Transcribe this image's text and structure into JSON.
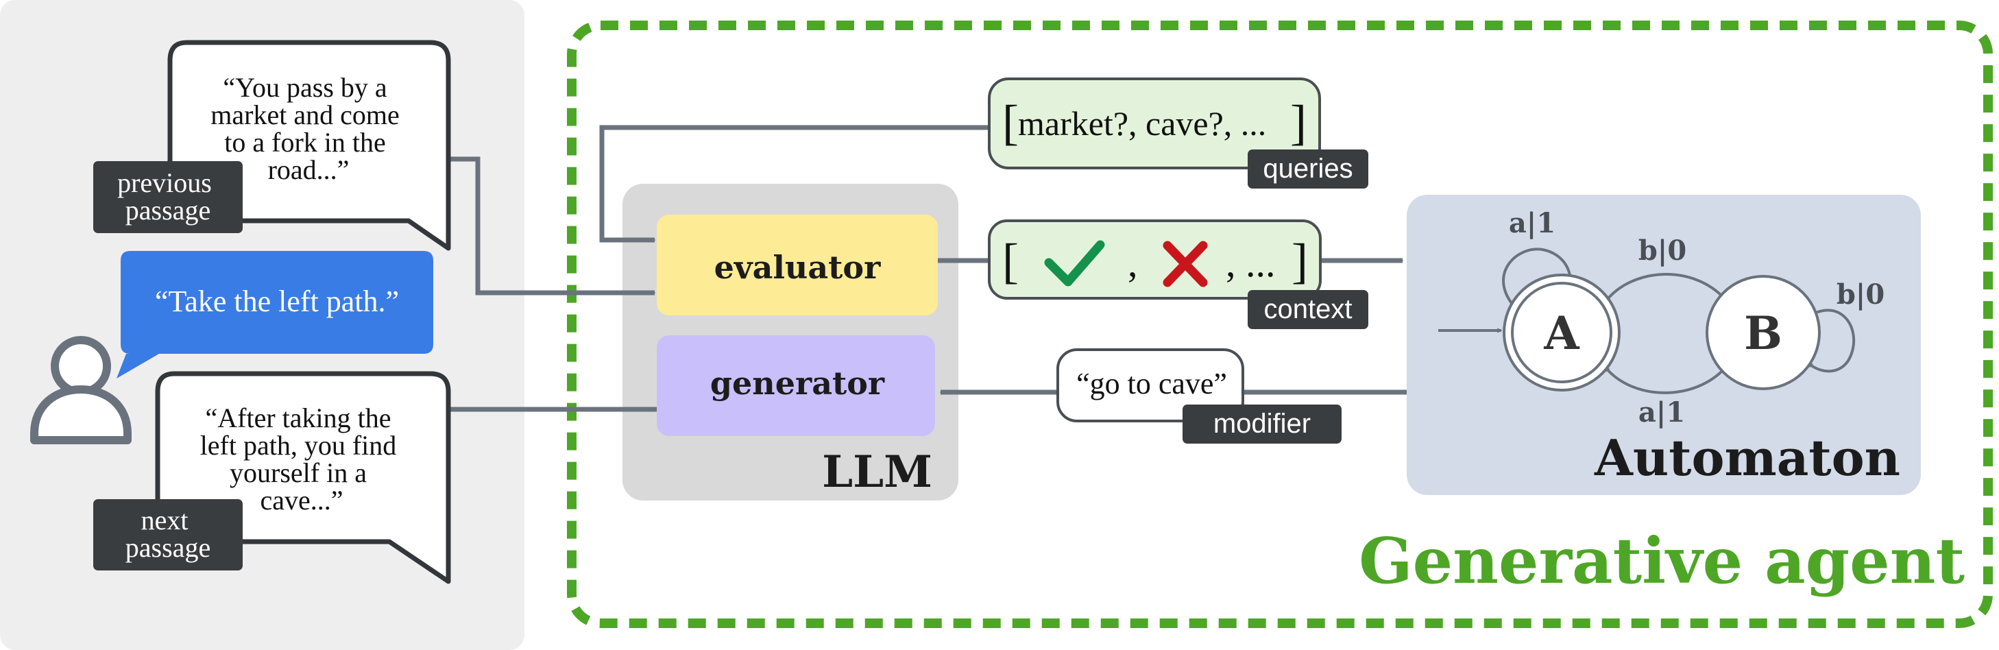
{
  "user_panel": {
    "previous_passage_text": [
      "“You pass by a",
      "market and come",
      "to a fork in the",
      "road...”"
    ],
    "previous_passage_tag": [
      "previous",
      "passage"
    ],
    "user_message": "“Take the left path.”",
    "next_passage_text": [
      "“After taking the",
      "left path, you find",
      "yourself in a",
      "cave...”"
    ],
    "next_passage_tag": [
      "next",
      "passage"
    ]
  },
  "llm": {
    "label": "LLM",
    "evaluator_label": "evaluator",
    "generator_label": "generator"
  },
  "queries": {
    "open_bracket": "[",
    "text": "market?, cave?, ...",
    "close_bracket": "]",
    "tag": "queries"
  },
  "context": {
    "open_bracket": "[",
    "separator_1": ",",
    "separator_2": ", ...",
    "close_bracket": "]",
    "tag": "context"
  },
  "modifier": {
    "text": "“go to cave”",
    "tag": "modifier"
  },
  "automaton": {
    "label": "Automaton",
    "state_a": "A",
    "state_b": "B",
    "edge_a_self": "a|1",
    "edge_a_to_b": "b|0",
    "edge_b_self": "b|0",
    "edge_b_to_a": "a|1"
  },
  "agent_label": "Generative agent",
  "colors": {
    "agent_border": "#4ea626",
    "evaluator_fill": "#fdeb96",
    "generator_fill": "#c9bffa",
    "llm_fill": "#d9d9d9",
    "automaton_fill": "#d3dbe8",
    "user_bubble": "#3a7ce6",
    "check": "#14914a",
    "cross": "#c8161c",
    "tag_fill": "#3a3d40",
    "arrow": "#6a737d"
  }
}
